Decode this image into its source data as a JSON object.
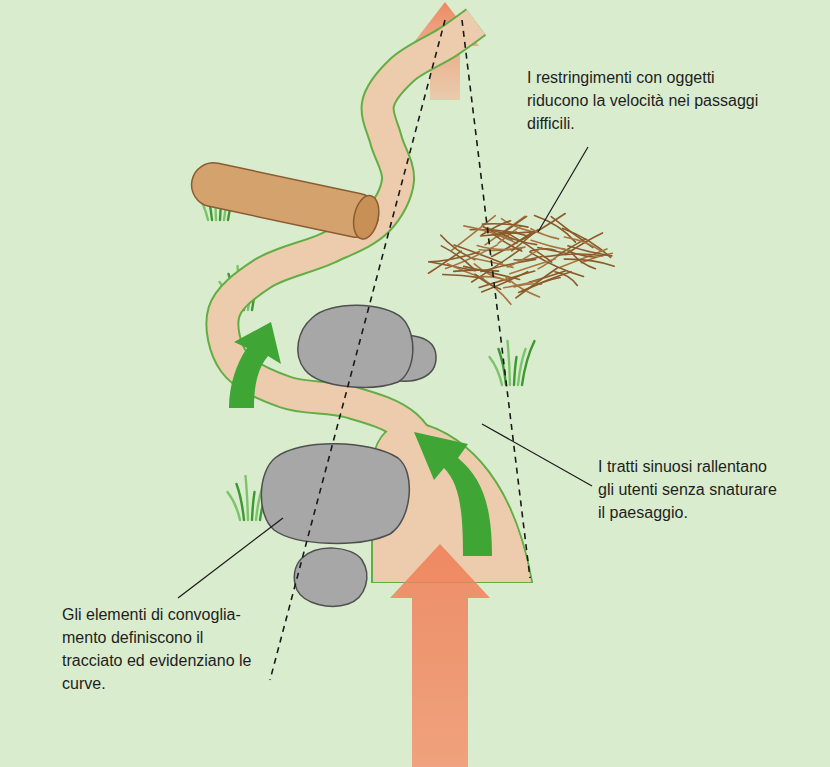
{
  "diagram": {
    "labels": [
      "I restringimenti con oggetti riducono la velocità nei passaggi difficili.",
      "I tratti sinuosi rallentano gli utenti senza snaturare il paesaggio.",
      "Gli elementi di convoglia- mento definiscono il tracciato ed evidenziano le curve."
    ]
  }
}
